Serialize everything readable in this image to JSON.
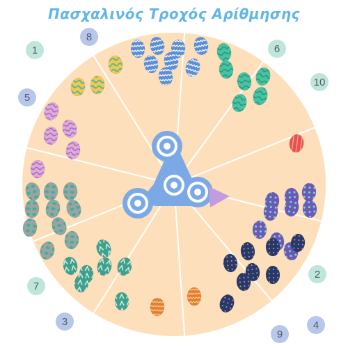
{
  "title": "Πασχαλινός Τροχός Αρίθμησης",
  "colors": {
    "wheel": "#fde0bb",
    "divider": "#ffffff",
    "spinner": "#7aa9e6",
    "spinner_ring": "#ffffff",
    "pointer": "#c29be0",
    "title": "#62b6e5",
    "badge_blue": "#b6c7ea",
    "badge_green": "#bfe6da"
  },
  "number_badges": [
    {
      "label": "1",
      "color": "green"
    },
    {
      "label": "8",
      "color": "blue"
    },
    {
      "label": "6",
      "color": "green"
    },
    {
      "label": "10",
      "color": "green"
    },
    {
      "label": "5",
      "color": "blue"
    },
    {
      "label": "7",
      "color": "green"
    },
    {
      "label": "2",
      "color": "green"
    },
    {
      "label": "3",
      "color": "blue"
    },
    {
      "label": "9",
      "color": "blue"
    },
    {
      "label": "4",
      "color": "blue"
    }
  ],
  "segments": [
    {
      "count": 3,
      "pattern": "yellow-teal-stripes"
    },
    {
      "count": 8,
      "pattern": "blue-zigzag"
    },
    {
      "count": 6,
      "pattern": "teal-waves"
    },
    {
      "count": 1,
      "pattern": "red-stripes"
    },
    {
      "count": 9,
      "pattern": "purple-dots"
    },
    {
      "count": 9,
      "pattern": "navy-dots"
    },
    {
      "count": 2,
      "pattern": "orange-zigzag"
    },
    {
      "count": 7,
      "pattern": "green-leaf"
    },
    {
      "count": 10,
      "pattern": "grey-teal-spots"
    },
    {
      "count": 5,
      "pattern": "pink-purple-waves"
    }
  ],
  "icons": {
    "spinner": "fidget-spinner-icon",
    "pointer": "pointer-arrow-icon"
  }
}
